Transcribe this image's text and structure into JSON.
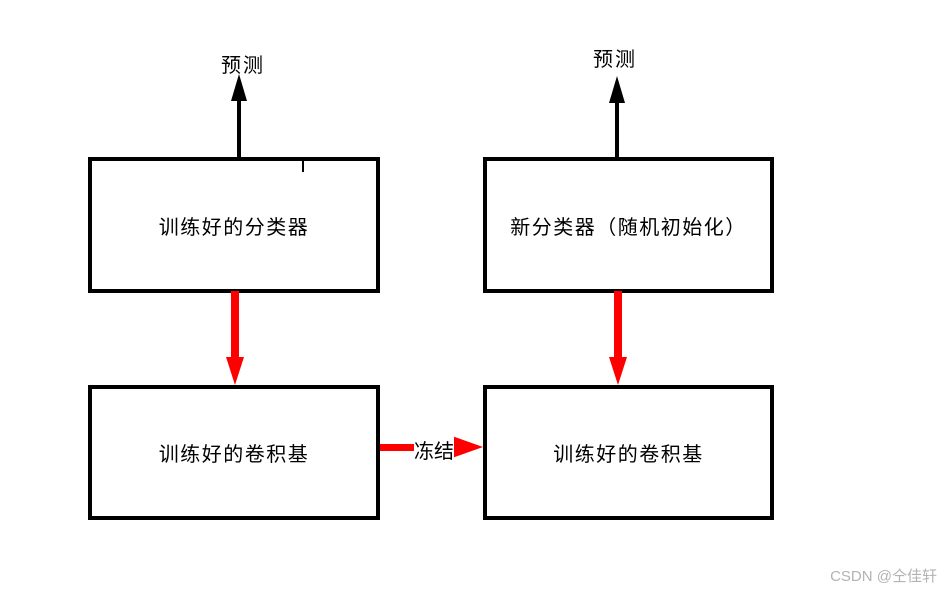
{
  "diagram": {
    "left_branch": {
      "prediction_label": "预测",
      "classifier_box_label": "训练好的分类器",
      "conv_base_box_label": "训练好的卷积基"
    },
    "right_branch": {
      "prediction_label": "预测",
      "classifier_box_label": "新分类器（随机初始化）",
      "conv_base_box_label": "训练好的卷积基"
    },
    "freeze_arrow_label": "冻结",
    "colors": {
      "background": "#ffffff",
      "box_border": "#000000",
      "black_arrow": "#000000",
      "red_arrow": "#ff0000",
      "text": "#000000",
      "watermark_text": "#b3b3b3"
    }
  },
  "watermark": "CSDN @仝佳轩"
}
